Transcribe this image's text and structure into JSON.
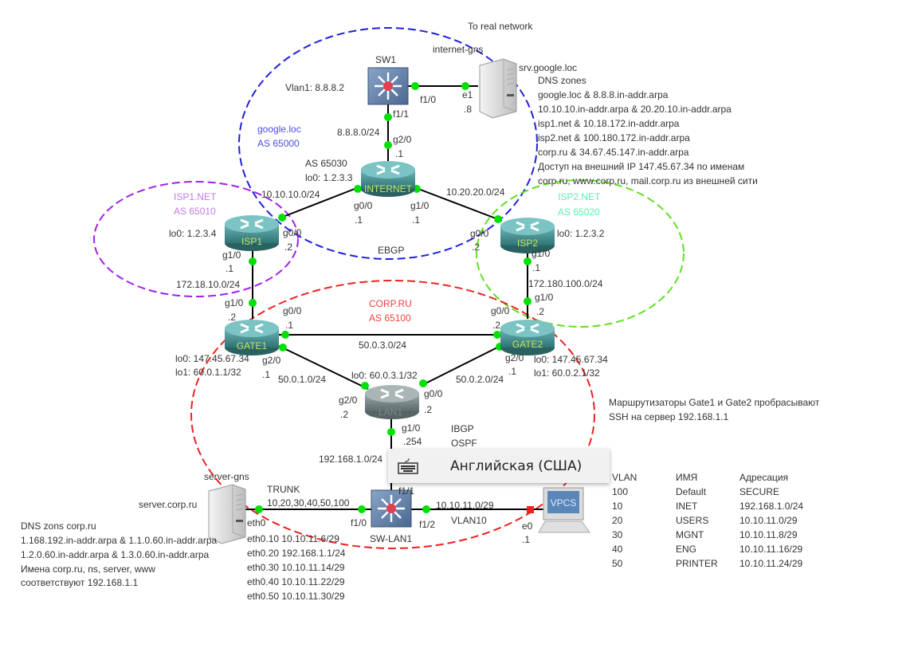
{
  "colors": {
    "as_internet": "#2020e0",
    "as_isp1": "#a020f0",
    "as_isp2": "#60e020",
    "as_corp": "#f02020",
    "link_dot": "#00e000",
    "router": "#3f8a8a",
    "router_label": "#c8e060"
  },
  "header": {
    "to_real": "To real network",
    "cloud": "internet-gns"
  },
  "sw1": {
    "name": "SW1",
    "vlan": "Vlan1: 8.8.8.2",
    "f10": "f1/0",
    "f11": "f1/1"
  },
  "srv_google": {
    "name": "srv.google.loc",
    "e1": "e1",
    "ip": ".8",
    "dns": [
      "DNS zones",
      "google.loc & 8.8.8.in-addr.arpa",
      "10.10.10.in-addr.arpa & 20.20.10.in-addr.arpa",
      "isp1.net & 10.18.172.in-addr.arpa",
      "isp2.net & 100.180.172.in-addr.arpa",
      "corp.ru & 34.67.45.147.in-addr.arpa",
      "Доступ на внешний IP  147.45.67.34 по именам",
      "corp.ru, www.corp.ru, mail.corp.ru из внешней сити"
    ]
  },
  "google": {
    "name": "google.loc",
    "as": "AS 65000"
  },
  "internet": {
    "name": "INTERNET",
    "as": "AS 65030",
    "lo0": "lo0: 1.2.3.3",
    "net_sw": "8.8.8.0/24",
    "g20": "g2/0",
    "g20_ip": ".1",
    "g00": "g0/0",
    "g00_ip": ".1",
    "g10": "g1/0",
    "g10_ip": ".1"
  },
  "links": {
    "isp1": "10.10.10.0/24",
    "isp2": "10.20.20.0/24",
    "ebgp": "EBGP",
    "isp1_gate1": "172.18.10.0/24",
    "isp2_gate2": "172.180.100.0/24",
    "gate1_gate2": "50.0.3.0/24",
    "gate1_lan1": "50.0.1.0/24",
    "gate2_lan1": "50.0.2.0/24",
    "lan": "192.168.1.0/24",
    "vlan10_net": "10.10.11.0/29",
    "vlan10": "VLAN10",
    "trunk": "TRUNK",
    "trunk_vlans": "10,20,30,40,50,100"
  },
  "isp1": {
    "name": "ISP1",
    "net": "ISP1.NET",
    "as": "AS 65010",
    "lo0": "lo0: 1.2.3.4",
    "g00": "g0/0",
    "g00_ip": ".2",
    "g10": "g1/0",
    "g10_ip": ".1"
  },
  "isp2": {
    "name": "ISP2",
    "net": "ISP2.NET",
    "as": "AS 65020",
    "lo0": "lo0: 1.2.3.2",
    "g00": "g0/0",
    "g00_ip": ".2",
    "g10": "g1/0",
    "g10_ip": ".1"
  },
  "corp": {
    "name": "CORP.RU",
    "as": "AS 65100",
    "ibgp": "IBGP",
    "ospf": "OSPF"
  },
  "gate1": {
    "name": "GATE1",
    "g10": "g1/0",
    "g10_ip": ".2",
    "g00": "g0/0",
    "g00_ip": ".1",
    "g20": "g2/0",
    "g20_ip": ".1",
    "lo0": "lo0: 147.45.67.34",
    "lo1": "lo1: 60.0.1.1/32"
  },
  "gate2": {
    "name": "GATE2",
    "g10": "g1/0",
    "g10_ip": ".2",
    "g00": "g0/0",
    "g00_ip": ".2",
    "g20": "g2/0",
    "g20_ip": ".1",
    "lo0": "lo0: 147.45.67.34",
    "lo1": "lo1: 60.0.2.1/32"
  },
  "lan1": {
    "name": "LAN1",
    "lo0": "lo0: 60.0.3.1/32",
    "g20": "g2/0",
    "g20_ip": ".2",
    "g00": "g0/0",
    "g00_ip": ".2",
    "g10": "g1/0",
    "g10_ip": ".254"
  },
  "swlan1": {
    "name": "SW-LAN1",
    "f10": "f1/0",
    "f11": "f1/1",
    "f12": "f1/2"
  },
  "server": {
    "cloud": "server-gns",
    "name": "server.corp.ru",
    "eth": [
      "eth0",
      "eth0.10 10.10.11.6/29",
      "eth0.20 192.168.1.1/24",
      "eth0.30 10.10.11.14/29",
      "eth0.40 10.10.11.22/29",
      "eth0.50 10.10.11.30/29"
    ],
    "dns": [
      "DNS zons corp.ru",
      "1.168.192.in-addr.arpa & 1.1.0.60.in-addr.arpa",
      "1.2.0.60.in-addr.arpa & 1.3.0.60.in-addr.arpa",
      "Имена corp.ru, ns, server, www",
      "соответствуют 192.168.1.1"
    ]
  },
  "vpcs": {
    "name": "VPCS",
    "e0": "e0",
    "ip": ".1"
  },
  "note": [
    "Маршрутизаторы Gate1 и Gate2 пробрасывают",
    "SSH на сервер 192.168.1.1"
  ],
  "vlan_table": {
    "headers": [
      "VLAN",
      "ИМЯ",
      "Адресация"
    ],
    "rows": [
      [
        "100",
        "Default",
        "SECURE"
      ],
      [
        "10",
        "INET",
        "192.168.1.0/24"
      ],
      [
        "20",
        "USERS",
        "10.10.11.0/29"
      ],
      [
        "30",
        "MGNT",
        "10.10.11.8/29"
      ],
      [
        "40",
        "ENG",
        "10.10.11.16/29"
      ],
      [
        "50",
        "PRINTER",
        "10.10.11.24/29"
      ]
    ]
  },
  "keyboard_popup": {
    "icon": "keyboard-icon",
    "text": "Английская (США)"
  }
}
